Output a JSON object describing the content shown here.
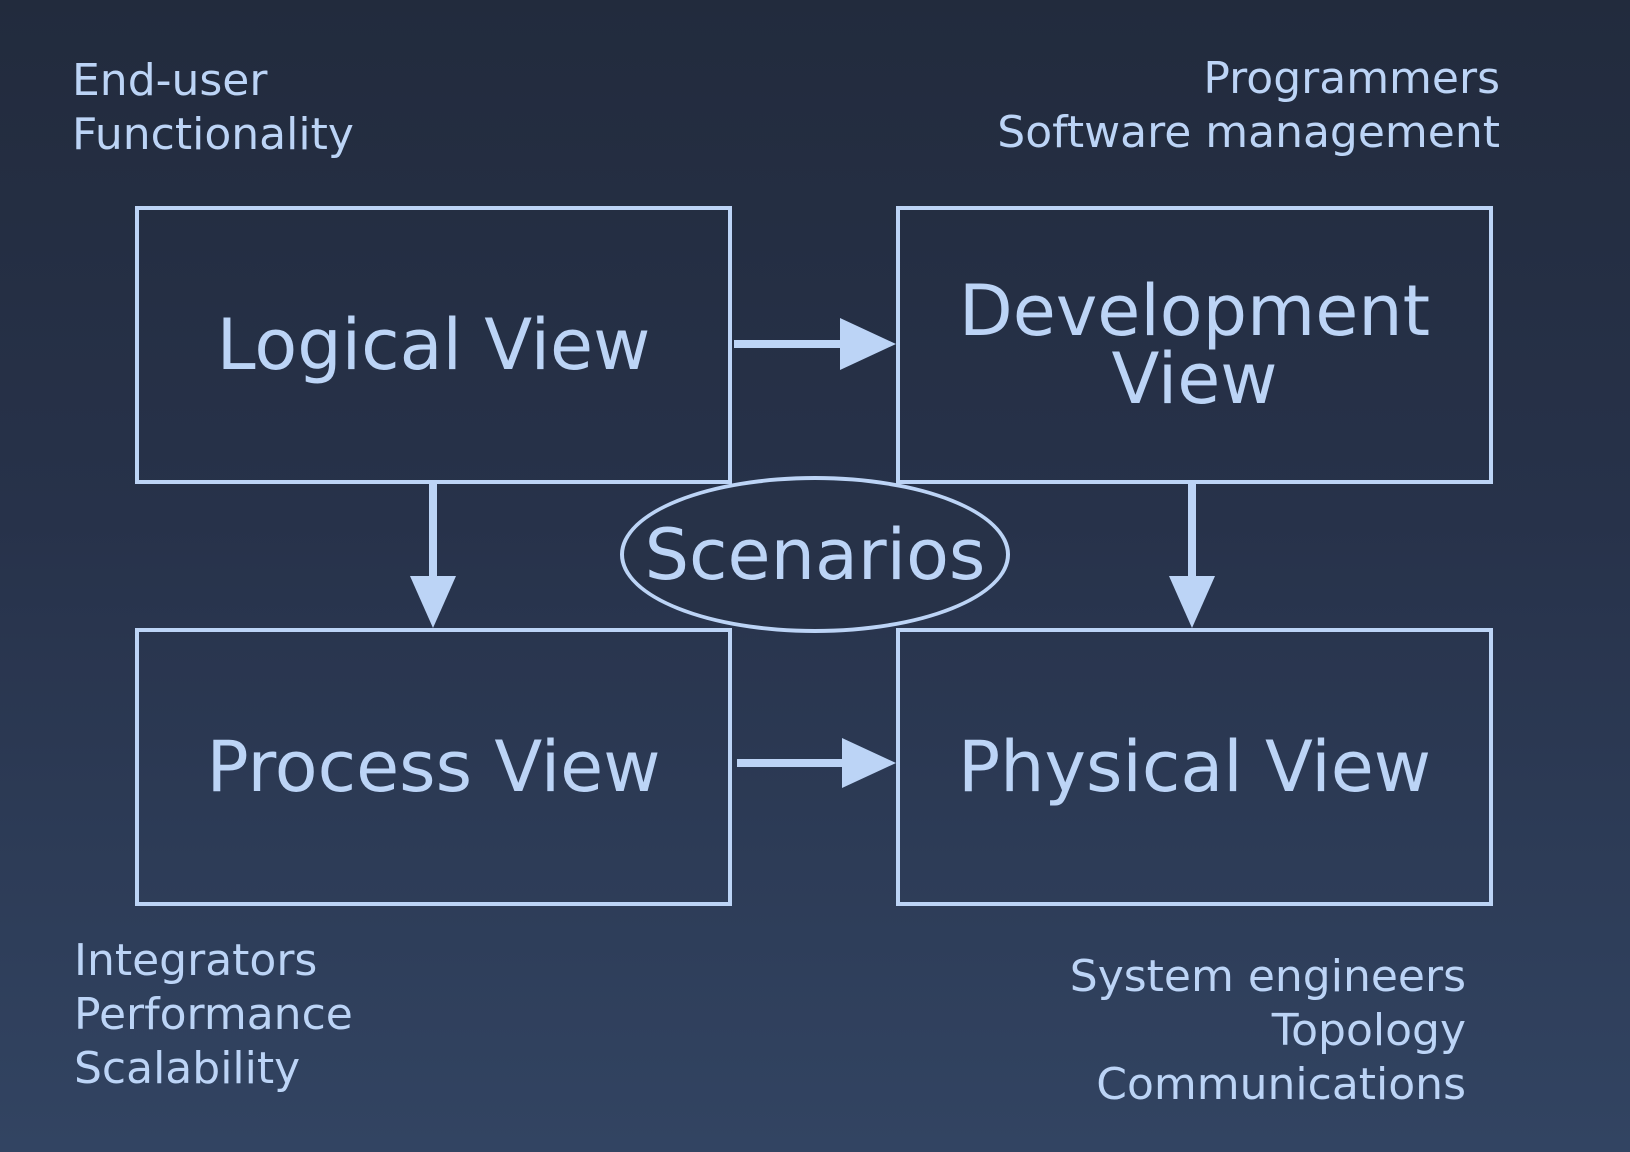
{
  "colors": {
    "background_top": "#222b3d",
    "background_bottom": "#324462",
    "foreground": "#bcd4f6"
  },
  "corner_labels": {
    "top_left": [
      "End-user",
      "Functionality"
    ],
    "top_right": [
      "Programmers",
      "Software management"
    ],
    "bottom_left": [
      "Integrators",
      "Performance",
      "Scalability"
    ],
    "bottom_right": [
      "System engineers",
      "Topology",
      "Communications"
    ]
  },
  "views": {
    "logical": "Logical View",
    "development": "Development\nView",
    "process": "Process View",
    "physical": "Physical View"
  },
  "center": {
    "label": "Scenarios"
  },
  "connections": [
    {
      "from": "Logical View",
      "to": "Development View"
    },
    {
      "from": "Logical View",
      "to": "Process View"
    },
    {
      "from": "Development View",
      "to": "Physical View"
    },
    {
      "from": "Process View",
      "to": "Physical View"
    }
  ]
}
